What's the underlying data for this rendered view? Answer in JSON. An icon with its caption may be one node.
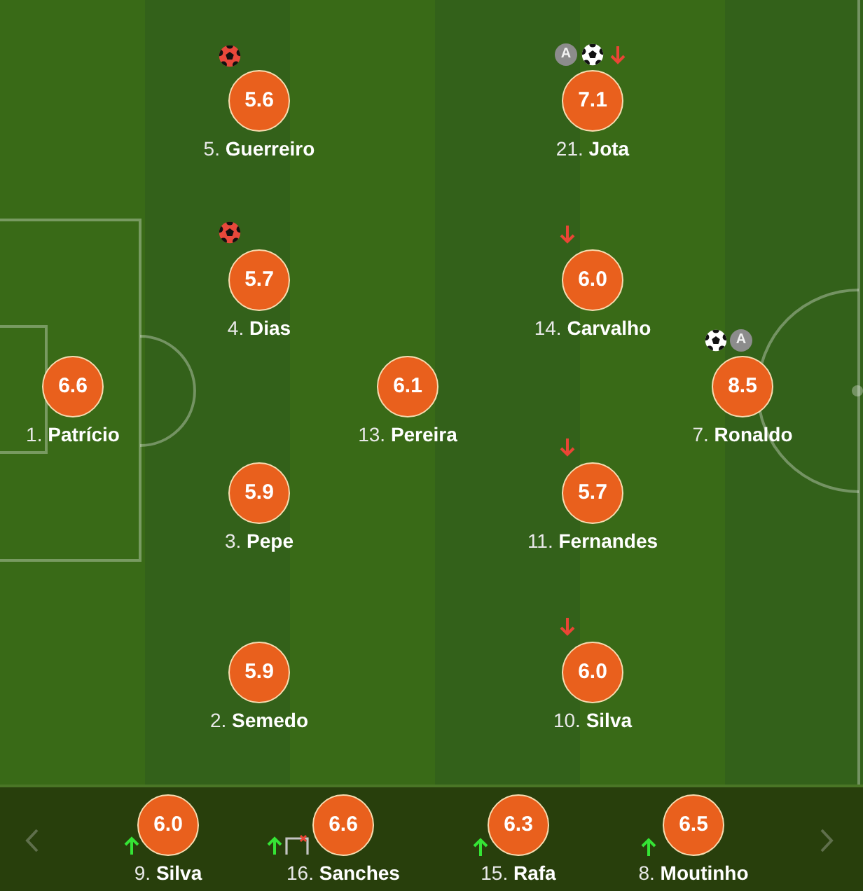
{
  "diagram": {
    "nodes": [
      {
        "text": [
          "5.6",
          "5. **Guerreiro**"
        ]
      },
      {
        "text": [
          "7.1",
          "21. **Jota**"
        ],
        "beside": [
          "A"
        ]
      },
      {
        "text": [
          "5.7",
          "4. **Dias**"
        ]
      },
      {
        "text": [
          "6.0",
          "14. **Carvalho**"
        ]
      },
      {
        "text": [
          "6.6",
          "1. **Patrício**"
        ]
      },
      {
        "text": [
          "6.1",
          "13. **Pereira**"
        ]
      },
      {
        "text": [
          "8.5",
          "7. **Ronaldo**"
        ],
        "beside": [
          "A"
        ]
      },
      {
        "text": [
          "5.9",
          "3. **Pepe**"
        ]
      },
      {
        "text": [
          "5.7",
          "11. **Fernandes**"
        ]
      },
      {
        "text": [
          "5.9",
          "2. **Semedo**"
        ]
      },
      {
        "text": [
          "6.0",
          "10. **Silva**"
        ]
      },
      {
        "text": [
          "6.0",
          "9. **Silva**"
        ]
      },
      {
        "text": [
          "6.6",
          "16. **Sanches**"
        ]
      },
      {
        "text": [
          "6.3",
          "15. **Rafa**"
        ]
      },
      {
        "text": [
          "6.5",
          "8. **Moutinho**"
        ]
      }
    ]
  }
}
